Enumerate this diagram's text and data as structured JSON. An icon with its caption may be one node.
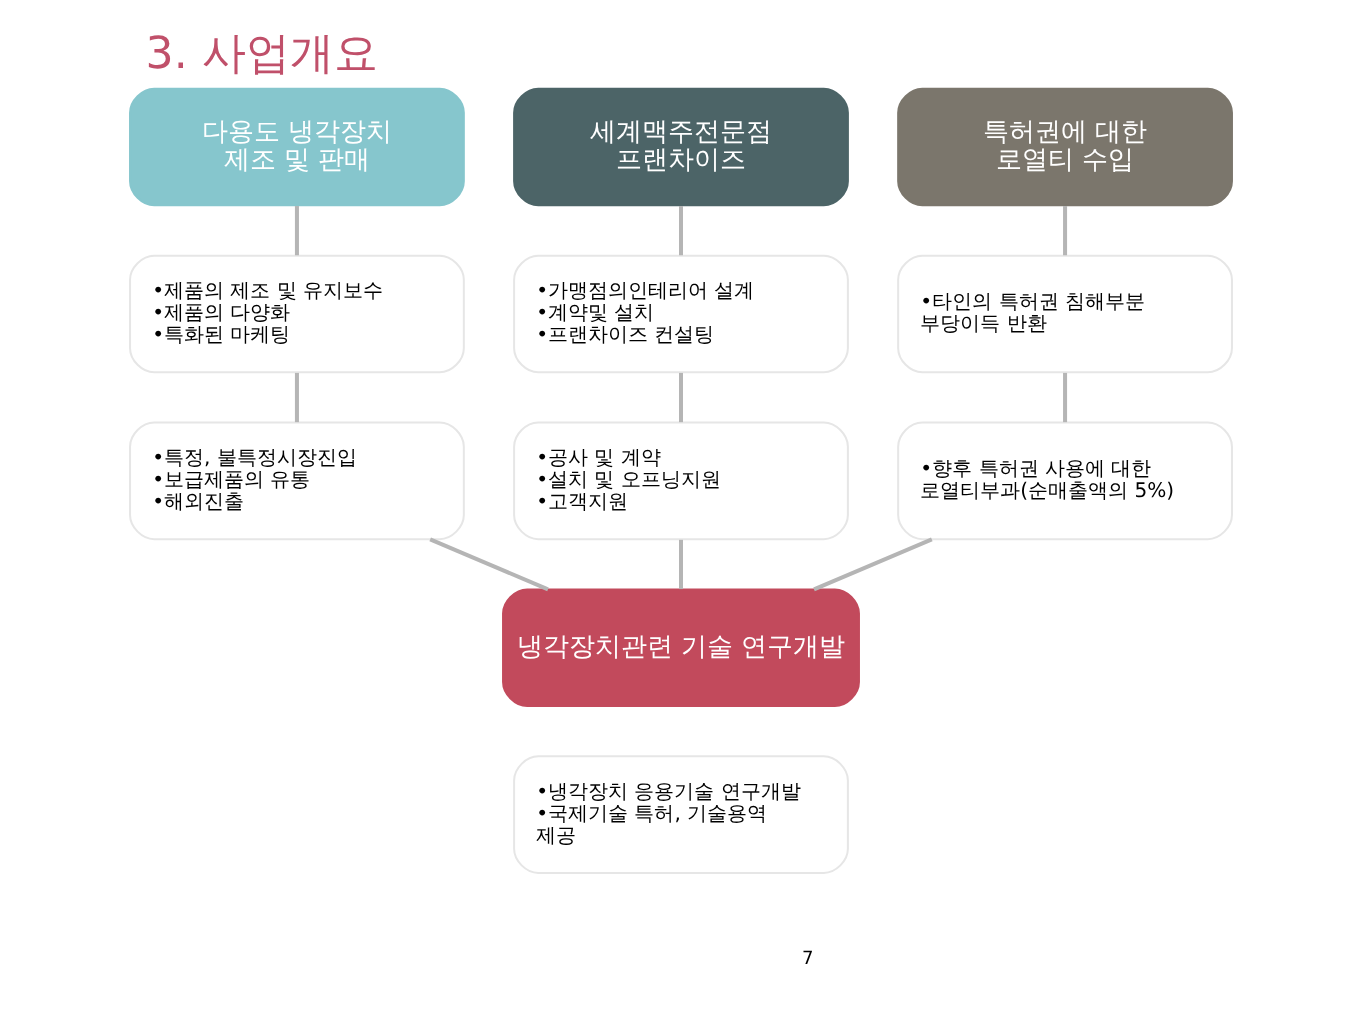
{
  "diagram": {
    "title": "3. 사업개요",
    "nodes": [
      {
        "text": [
          "다용도 냉각장치 제조 및 판매"
        ]
      },
      {
        "text": [
          "세계맥주전문점 프랜차이즈"
        ]
      },
      {
        "text": [
          "특허권에 대한 로열티 수입"
        ]
      },
      {
        "text": [
          "•제품의 제조 및 유지보수",
          "•제품의 다양화",
          "•특화된 마케팅"
        ]
      },
      {
        "text": [
          "•가맹점의인테리어 설계",
          "•계약및 설치",
          "•프랜차이즈 컨설팅"
        ]
      },
      {
        "text": [
          "•타인의 특허권 침해부분 부당이득 반환"
        ]
      },
      {
        "text": [
          "•특정, 불특정시장진입",
          "•보급제품의 유통",
          "•해외진출"
        ]
      },
      {
        "text": [
          "•공사 및 계약",
          "•설치 및 오프닝지원",
          "•고객지원"
        ]
      },
      {
        "text": [
          "•향후 특허권 사용에 대한 로열티부과(순매출액의 5%)"
        ]
      },
      {
        "text": [
          "냉각장치관련 기술 연구개발"
        ]
      },
      {
        "text": [
          "•냉각장치 응용기술 연구개발",
          "•국제기술 특허, 기술용역 제공"
        ]
      }
    ],
    "edges": [
      {
        "from": 0,
        "to": 3,
        "arrow": "none"
      },
      {
        "from": 1,
        "to": 4,
        "arrow": "none"
      },
      {
        "from": 2,
        "to": 5,
        "arrow": "none"
      },
      {
        "from": 3,
        "to": 6,
        "arrow": "none"
      },
      {
        "from": 4,
        "to": 7,
        "arrow": "none"
      },
      {
        "from": 5,
        "to": 8,
        "arrow": "none"
      },
      {
        "from": 6,
        "to": 9,
        "arrow": "none"
      },
      {
        "from": 7,
        "to": 9,
        "arrow": "none"
      },
      {
        "from": 8,
        "to": 9,
        "arrow": "none"
      }
    ],
    "labels": [
      "7"
    ]
  }
}
